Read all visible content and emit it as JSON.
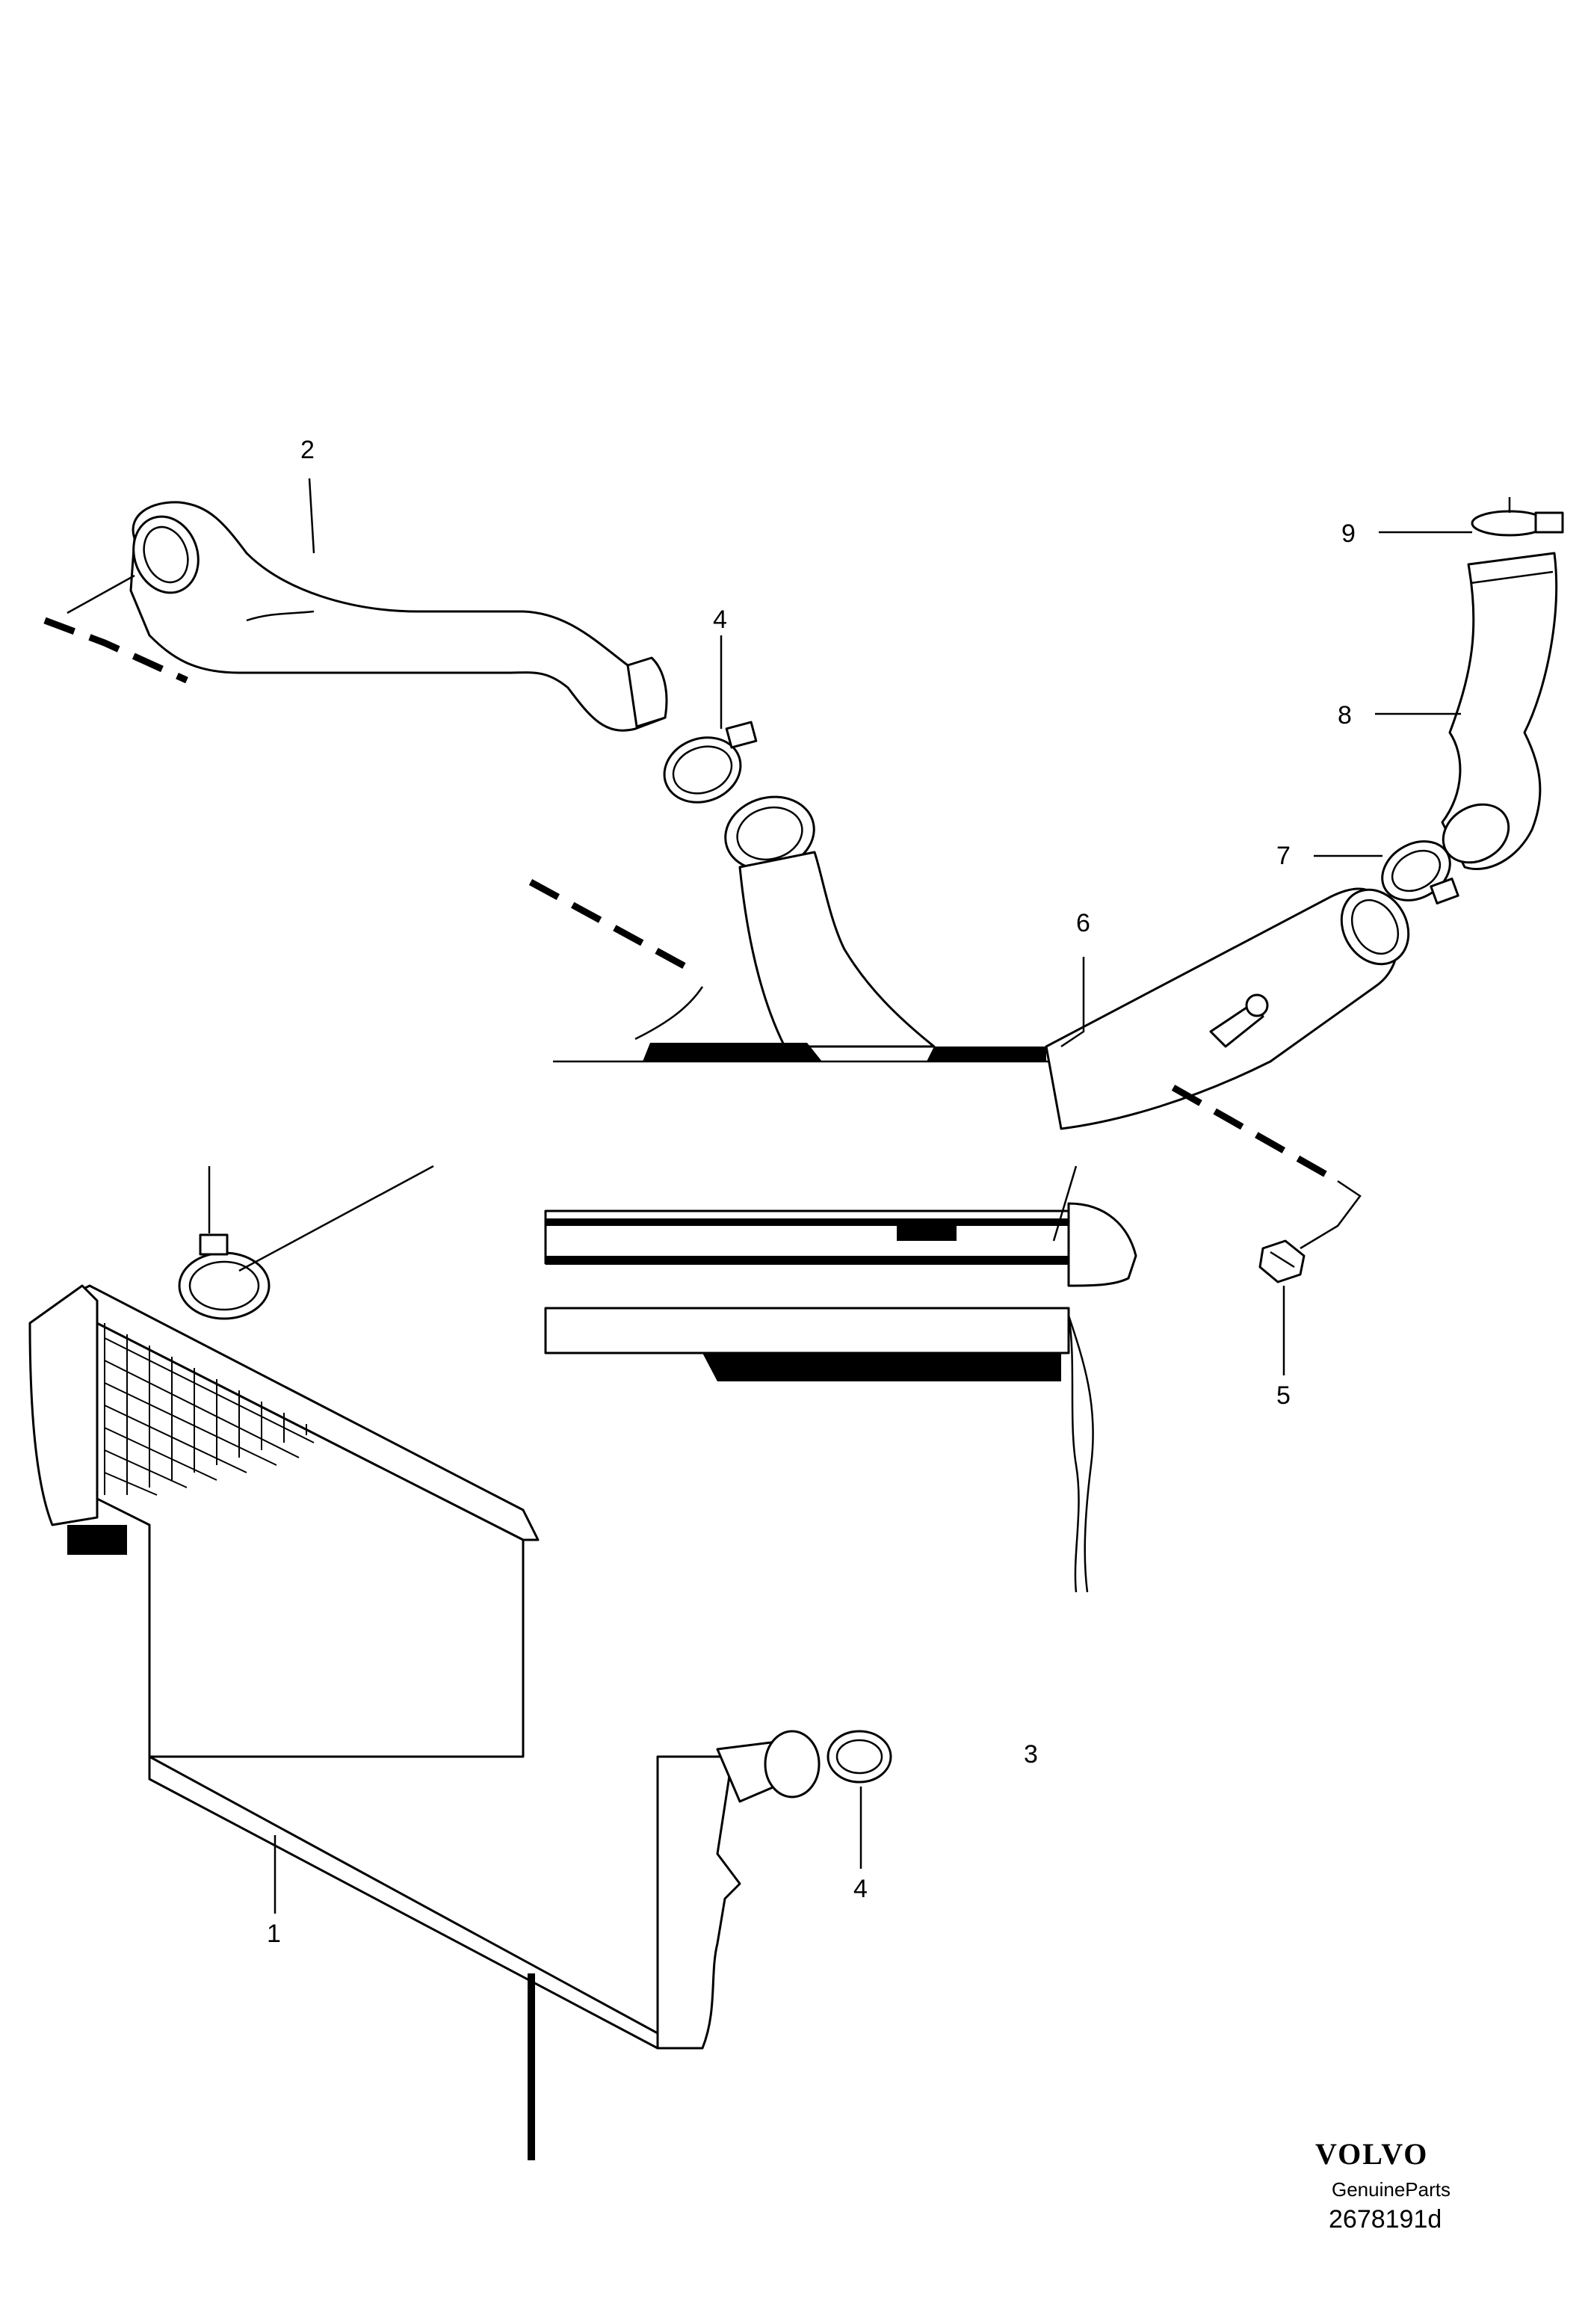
{
  "callouts": [
    {
      "id": "c1",
      "text": "1"
    },
    {
      "id": "c2",
      "text": "2"
    },
    {
      "id": "c3",
      "text": "3"
    },
    {
      "id": "c4a",
      "text": "4"
    },
    {
      "id": "c4b",
      "text": "4"
    },
    {
      "id": "c5",
      "text": "5"
    },
    {
      "id": "c6",
      "text": "6"
    },
    {
      "id": "c7",
      "text": "7"
    },
    {
      "id": "c8",
      "text": "8"
    },
    {
      "id": "c9",
      "text": "9"
    }
  ],
  "brand": {
    "logo_text": "VOLVO",
    "subtitle": "GenuineParts",
    "diagram_code": "2678191d"
  }
}
